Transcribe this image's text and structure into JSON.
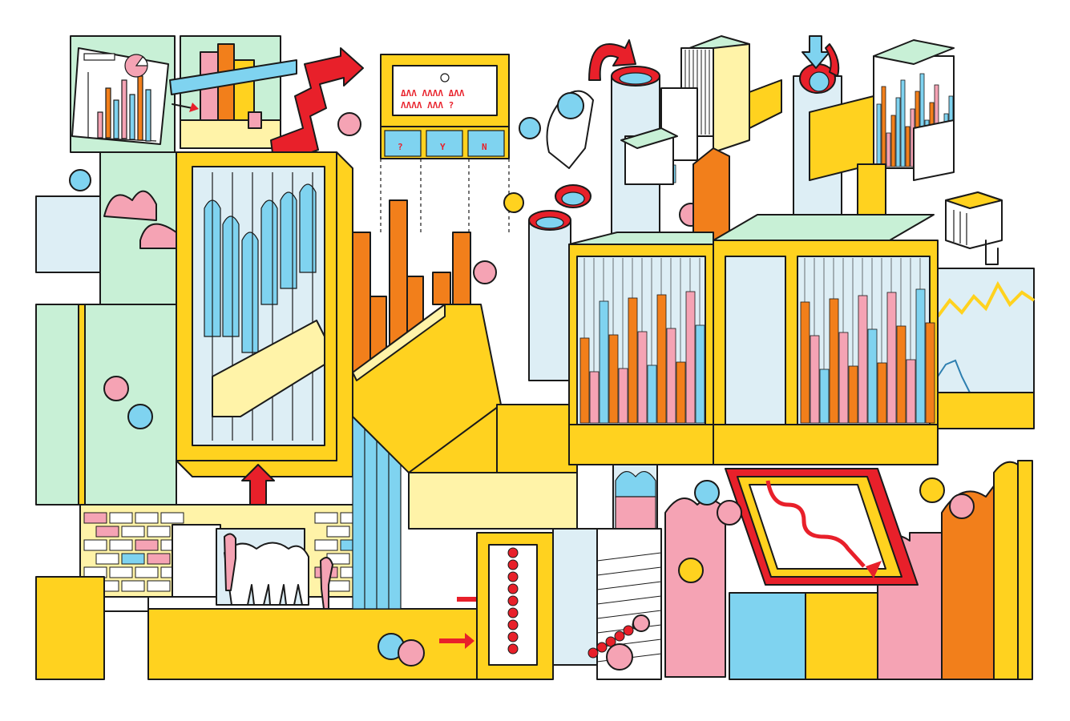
{
  "palette": {
    "yellow": "#ffd21f",
    "pale_yellow": "#fff3a8",
    "orange": "#f27f1b",
    "blue": "#7fd3f0",
    "pink": "#f5a3b4",
    "mint": "#c8f0d6",
    "pale_blue": "#ddeef5",
    "red": "#e8202a",
    "ink": "#1a1a1a"
  },
  "screen_text": {
    "line1": "ΔΛΛ ΛΛΛΛ ΔΛΛ",
    "line2": "ΛΛΛΛ ΛΛΛ ?"
  },
  "tub_symbols": [
    "?",
    "Y",
    "N"
  ]
}
